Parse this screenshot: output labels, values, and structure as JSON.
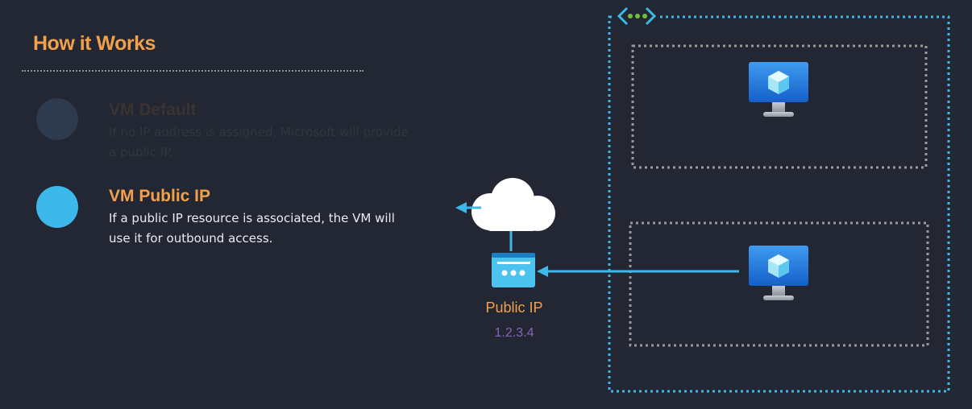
{
  "heading": "How it Works",
  "steps": [
    {
      "title": "VM Default",
      "description": "If no IP address is assigned, Microsoft will provide a public IP.",
      "state": "inactive"
    },
    {
      "title": "VM Public IP",
      "description": "If a public IP resource is associated, the VM will use it for outbound access.",
      "state": "active"
    }
  ],
  "public_ip": {
    "label": "Public IP",
    "address": "1.2.3.4"
  },
  "icons": {
    "vnet": "virtual-network-icon",
    "cloud": "cloud-icon",
    "public_ip": "public-ip-icon",
    "vm": "virtual-machine-icon"
  },
  "colors": {
    "background": "#232733",
    "accent_orange": "#f2a04a",
    "accent_blue": "#3db8ea",
    "ip_purple": "#8a63b8",
    "subnet_border": "#9a9a9a"
  }
}
